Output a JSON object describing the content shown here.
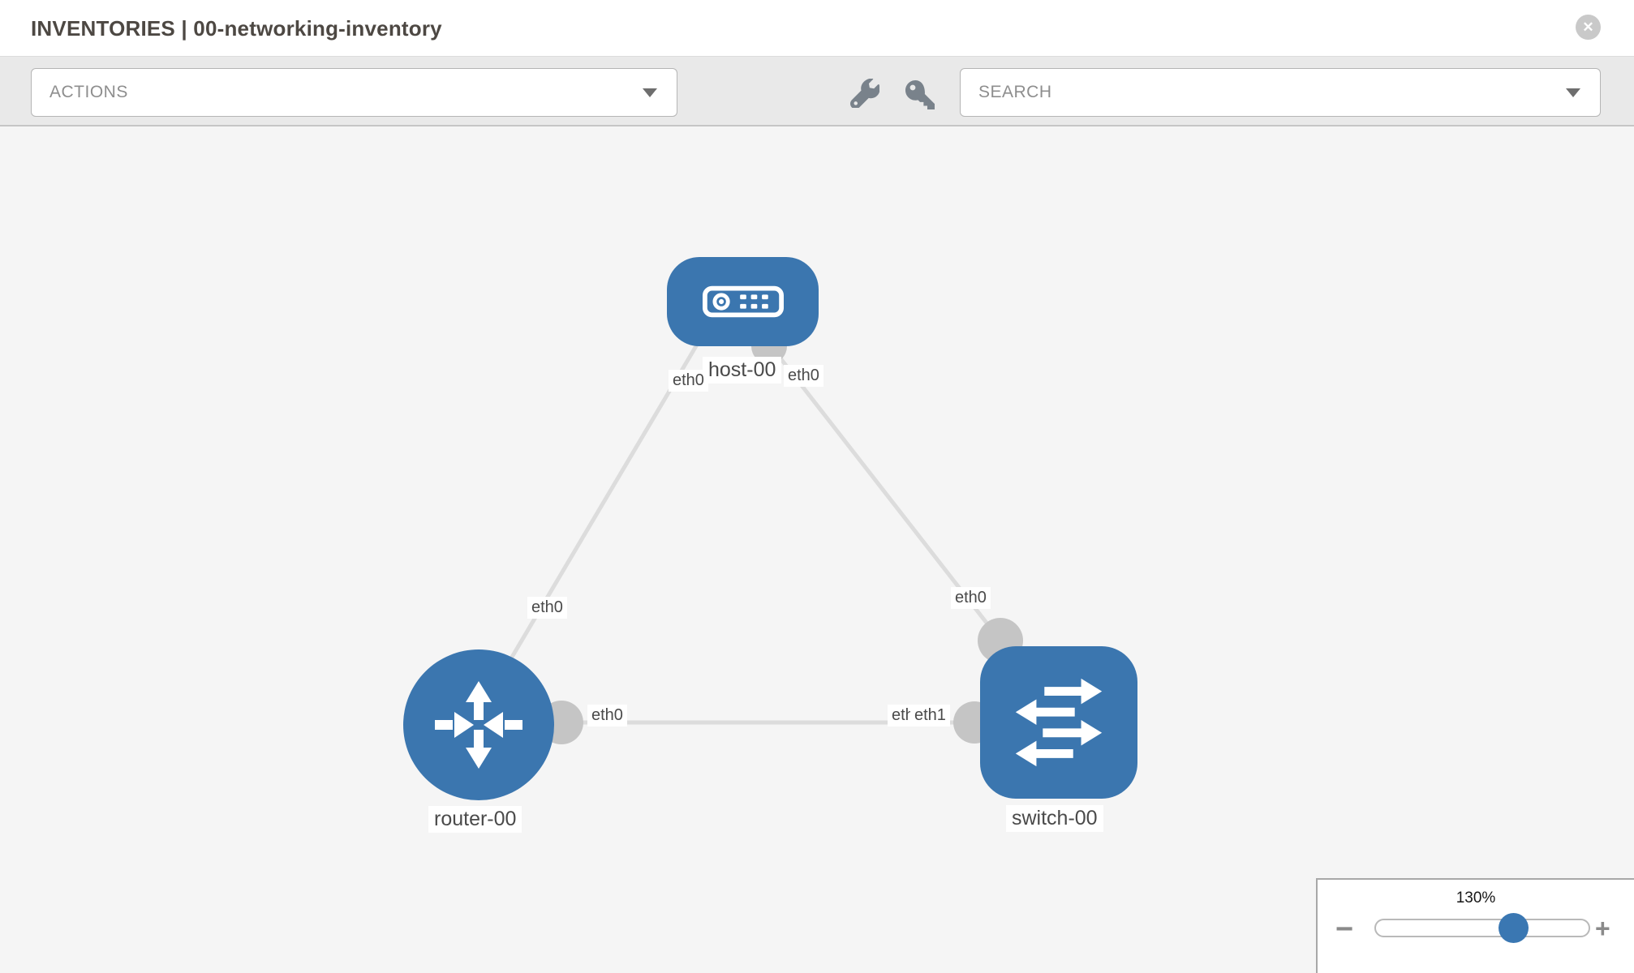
{
  "header": {
    "title": "INVENTORIES | 00-networking-inventory",
    "close_label": "✕"
  },
  "toolbar": {
    "actions_label": "ACTIONS",
    "search_label": "SEARCH",
    "icons": [
      "wrench-icon",
      "key-icon"
    ]
  },
  "topology": {
    "nodes": [
      {
        "label": "host-00",
        "type": "host",
        "shape": "rounded-rectangle"
      },
      {
        "label": "router-00",
        "type": "router",
        "shape": "circle"
      },
      {
        "label": "switch-00",
        "type": "switch",
        "shape": "rounded-square"
      }
    ],
    "links": [
      {
        "from": "host-00",
        "from_interface": "eth0",
        "to": "router-00",
        "to_interface": "eth0"
      },
      {
        "from": "host-00",
        "from_interface": "eth0",
        "to": "switch-00",
        "to_interface": "eth0"
      },
      {
        "from": "router-00",
        "from_interface": "eth0",
        "to": "switch-00",
        "to_interface": "eth1",
        "to_interface_overlapped": "eth0"
      }
    ]
  },
  "zoom_control": {
    "level": "130%",
    "minus_label": "−",
    "plus_label": "+"
  },
  "colors": {
    "node_blue": "#3b76af",
    "link_gray": "#dcdcdc",
    "connector_gray": "#c5c5c5",
    "canvas_gray": "#f5f5f5",
    "toolbar_gray": "#e9e9e9"
  }
}
